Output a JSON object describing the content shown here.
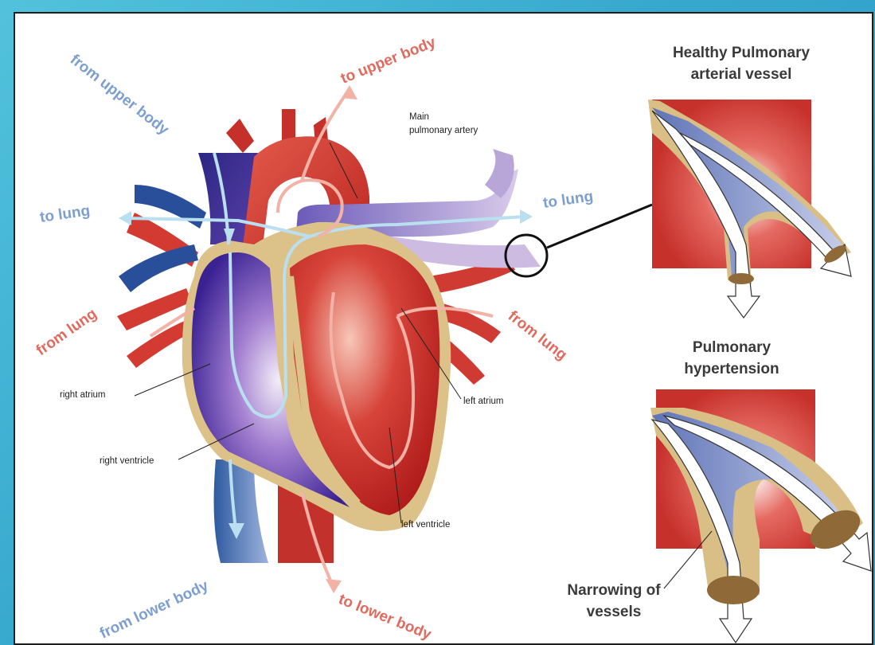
{
  "flow_labels": {
    "from_upper_body": "from upper body",
    "to_upper_body": "to upper body",
    "to_lung_left": "to lung",
    "to_lung_right": "to lung",
    "from_lung_left": "from lung",
    "from_lung_right": "from lung",
    "from_lower_body": "from lower body",
    "to_lower_body": "to lower body"
  },
  "anatomy_labels": {
    "main_pulmonary_artery_1": "Main",
    "main_pulmonary_artery_2": "pulmonary artery",
    "right_atrium": "right atrium",
    "right_ventricle": "right ventricle",
    "left_atrium": "left atrium",
    "left_ventricle": "left ventricle"
  },
  "panels": {
    "healthy_line1": "Healthy Pulmonary",
    "healthy_line2": "arterial vessel",
    "hypertension_line1": "Pulmonary",
    "hypertension_line2": "hypertension",
    "narrowing_line1": "Narrowing of",
    "narrowing_line2": "vessels"
  },
  "colors": {
    "deoxygenated": "#3a2a8c",
    "oxygenated": "#c8312b",
    "myocardium": "#d9bd82",
    "background": "#3ab0d2"
  }
}
